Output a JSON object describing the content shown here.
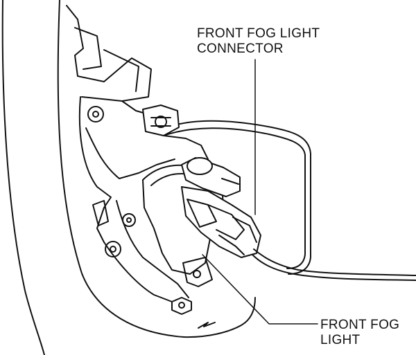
{
  "labels": {
    "connector": {
      "line1": "FRONT FOG LIGHT",
      "line2": "CONNECTOR"
    },
    "light": {
      "line1": "FRONT FOG",
      "line2": "LIGHT"
    }
  },
  "colors": {
    "line": "#111111",
    "fill": "#ffffff"
  }
}
